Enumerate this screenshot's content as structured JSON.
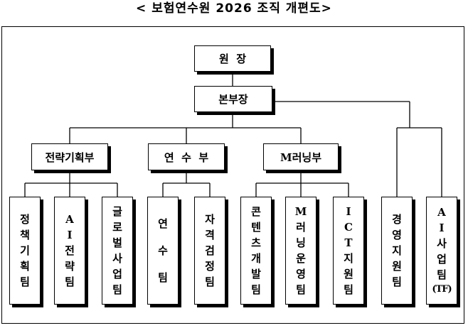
{
  "title": "< 보험연수원 2026 조직 개편도>",
  "nodes": {
    "director": "원  장",
    "vice_director": "본부장",
    "strategy": "전략기획부",
    "training": "연  수  부",
    "mlearning": "M러닝부"
  },
  "teams": {
    "policy": "정책기획팀",
    "ai_strategy": "AI전략팀",
    "global": "글로벌사업팀",
    "training_team": "연수팀",
    "certification": "자격검정팀",
    "content": "콘텐츠개발팀",
    "mlearning_ops": "M러닝운영팀",
    "ict": "ICT지원팀",
    "management": "경영지원팀",
    "ai_business": "AI사업팀",
    "ai_business_tag": "(TF)"
  }
}
